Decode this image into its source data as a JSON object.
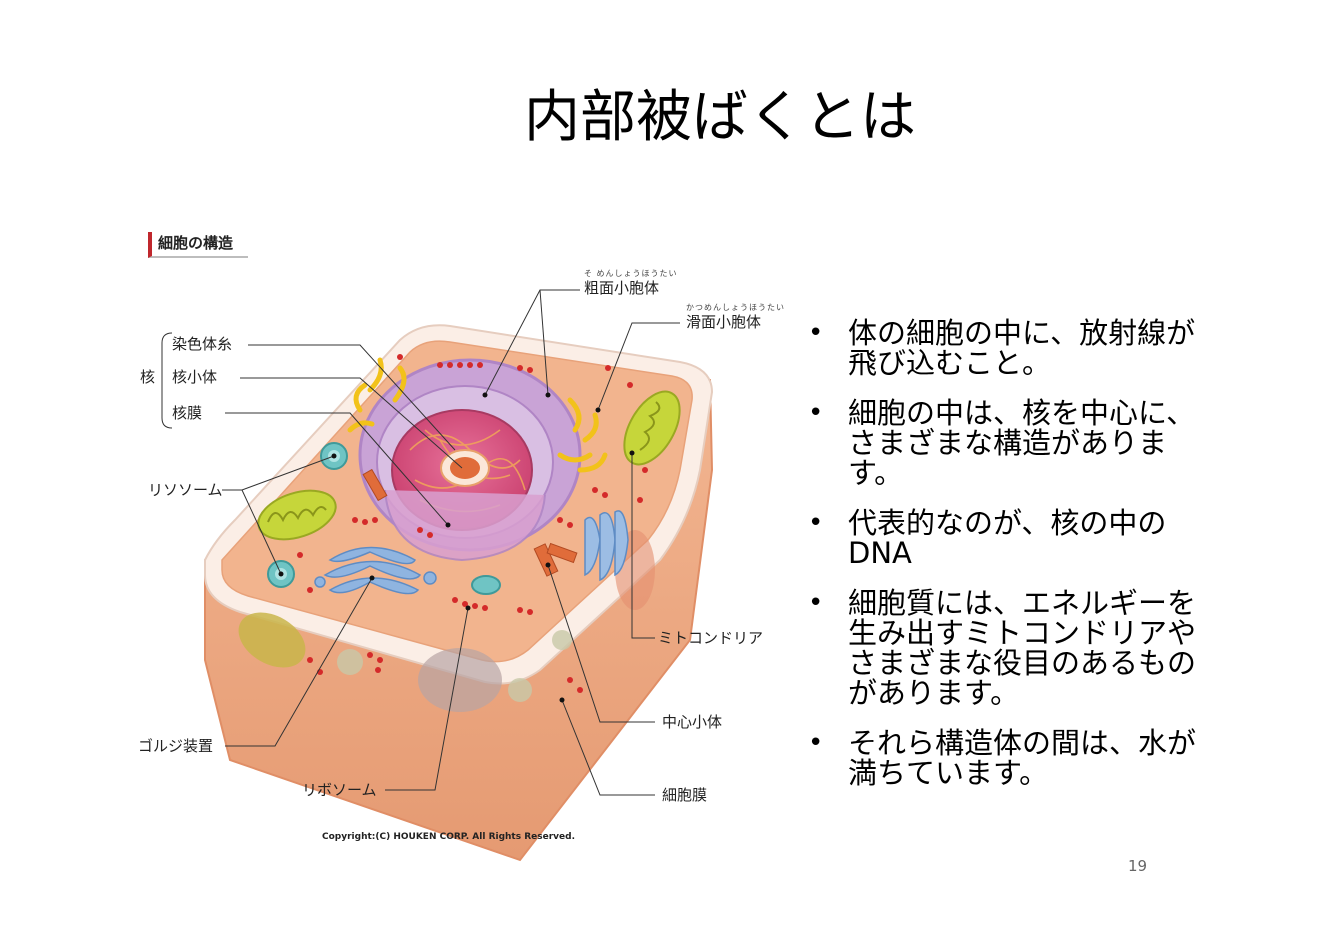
{
  "title": "内部被ばくとは",
  "figure": {
    "heading": "細胞の構造",
    "labels": {
      "soumen": "粗面小胞体",
      "soumen_ruby": "そ めんしょうほうたい",
      "katsumen": "滑面小胞体",
      "katsumen_ruby": "かつめんしょうほうたい",
      "senshokutai": "染色体糸",
      "kaku": "核",
      "kakushoutai": "核小体",
      "kakumaku": "核膜",
      "lysosome": "リソソーム",
      "mitochondria": "ミトコンドリア",
      "chushin": "中心小体",
      "golgi": "ゴルジ装置",
      "ribosome": "リボソーム",
      "saibomaku": "細胞膜"
    },
    "copyright": "Copyright:(C) HOUKEN CORP. All Rights Reserved."
  },
  "bullets": [
    "体の細胞の中に、放射線が飛び込むこと。",
    "細胞の中は、核を中心に、さまざまな構造があります。",
    "代表的なのが、核の中のDNA",
    "細胞質には、エネルギーを生み出すミトコンドリアやさまざまな役目のあるものがあります。",
    "それら構造体の間は、水が満ちています。"
  ],
  "bullet_symbol": "•",
  "page_number": "19",
  "colors": {
    "cytoplasm": "#f2b48e",
    "cell_side": "#e8a27a",
    "nucleus": "#d44f7a",
    "envelope": "#c9a3d6",
    "mitochondria": "#c6d63a",
    "golgi": "#8fb4e0",
    "accent_bar": "#c0272d"
  }
}
